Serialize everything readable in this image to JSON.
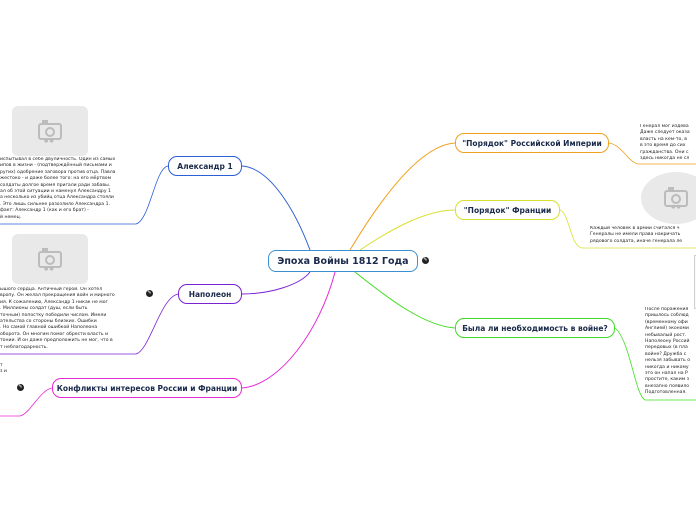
{
  "central": {
    "title": "Эпоха Войны 1812 Года"
  },
  "branches": {
    "alexander": {
      "title": "Александр 1"
    },
    "napoleon": {
      "title": "Наполеон"
    },
    "conflicts": {
      "title": "Конфликты интересов России и Франции"
    },
    "order_russia": {
      "title": "\"Порядок\" Российской Империи"
    },
    "order_france": {
      "title": "\"Порядок\" Франции"
    },
    "necessity": {
      "title": "Была ли необходимость в войне?"
    }
  },
  "notes": {
    "alexander": [
      "испытывал в себе двуличность. Один из самых",
      "ипов в жизни - (подтверждённый письмами и",
      "ругих) одобрение заговора против отца. Павла",
      "жестоко - и даже более того: на его мёртвом",
      "солдаты долгое время пригали ради забавы.",
      "ал об этой ситуации и наменул Александру 1",
      "а несколько из убийц отца Александра стояли",
      ". Это лишь сильнее разозлило Александра 1.",
      "факт: Александр 1 (как и его брат) -",
      "й немец."
    ],
    "napoleon": [
      "ышого сердца. Античный герой. Он хотел",
      "вропу. Он желал прекращения войн и мирного",
      "ия. К сожалению, Александр 1 никак не мог",
      ". Миллионы солдат (душ, если быть",
      "точным) попостку победили числом. Имели",
      "ательства со стороны близких. Ошибки",
      ". Но самой главной ошибкой Наполеона",
      "оборота. Он многим помог обрести власть и",
      "тонии. И он даже предположить не мог, что в",
      "т неблагодарность."
    ],
    "conflicts": [
      "т",
      "з и"
    ],
    "order_russia": [
      "Генерал мог издева",
      "Даже следует оказа",
      "власть на кем-то, в",
      "в это время до сих",
      "гражданства. Они с",
      "здесь никогда не сл"
    ],
    "order_france": [
      "Каждый человек в армии считался ч",
      "Генералы не имели права накричать",
      "рядового солдата, иначе генерала ле"
    ],
    "necessity": [
      "После поражения",
      "пришлось соблюд",
      "(временному офи",
      "Англией) экономи",
      "небывалый рост.",
      "Наполеону Россий",
      "передовых (в пла",
      "войне? Дружба с",
      "нельзя забывать о",
      "никогда и никому",
      "это он напал на Р",
      "простите, каким з",
      "внезапно появило",
      "Подготовленная."
    ]
  },
  "icons": {
    "image_placeholder": "camera-icon",
    "note_marker": "note-badge-icon"
  },
  "colors": {
    "central": "#3a8fd0",
    "alexander": "#2c5fd6",
    "napoleon": "#7b22d6",
    "conflicts": "#e62ad6",
    "order_russia": "#f0a020",
    "order_france": "#d8e030",
    "necessity": "#40dd20"
  }
}
